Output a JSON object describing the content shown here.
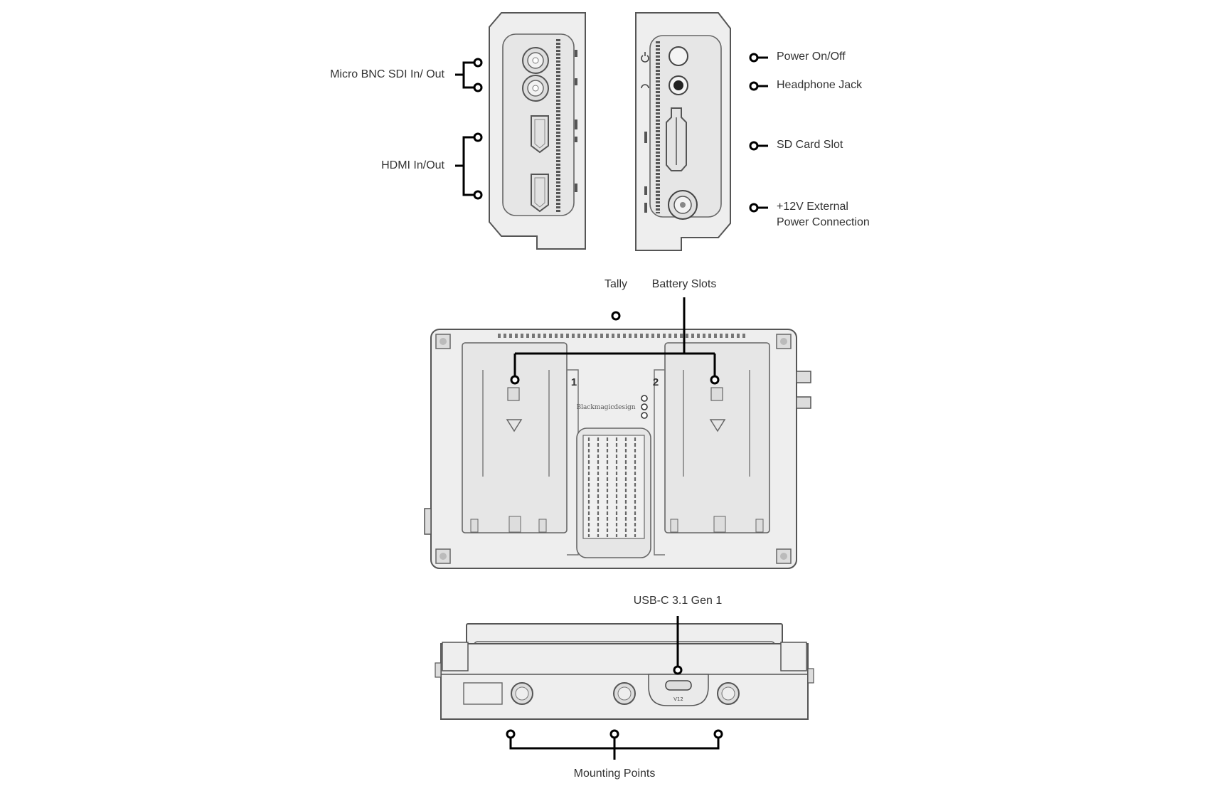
{
  "labels": {
    "sdi": "Micro BNC SDI In/ Out",
    "hdmi": "HDMI In/Out",
    "power": "Power On/Off",
    "headphone": "Headphone Jack",
    "sd": "SD Card Slot",
    "ext_power_line1": "+12V External",
    "ext_power_line2": "Power Connection",
    "tally": "Tally",
    "battery": "Battery Slots",
    "usb": "USB-C 3.1 Gen 1",
    "mounting": "Mounting Points"
  },
  "device_marks": {
    "slot1": "1",
    "slot2": "2",
    "brand": "Blackmagicdesign",
    "usb_port": "V12"
  },
  "icons": [
    "sdi-connector-icon",
    "hdmi-port-icon",
    "power-button-icon",
    "headphone-jack-icon",
    "sd-card-slot-icon",
    "dc-power-connector-icon",
    "usb-c-port-icon",
    "mounting-hole-icon"
  ]
}
